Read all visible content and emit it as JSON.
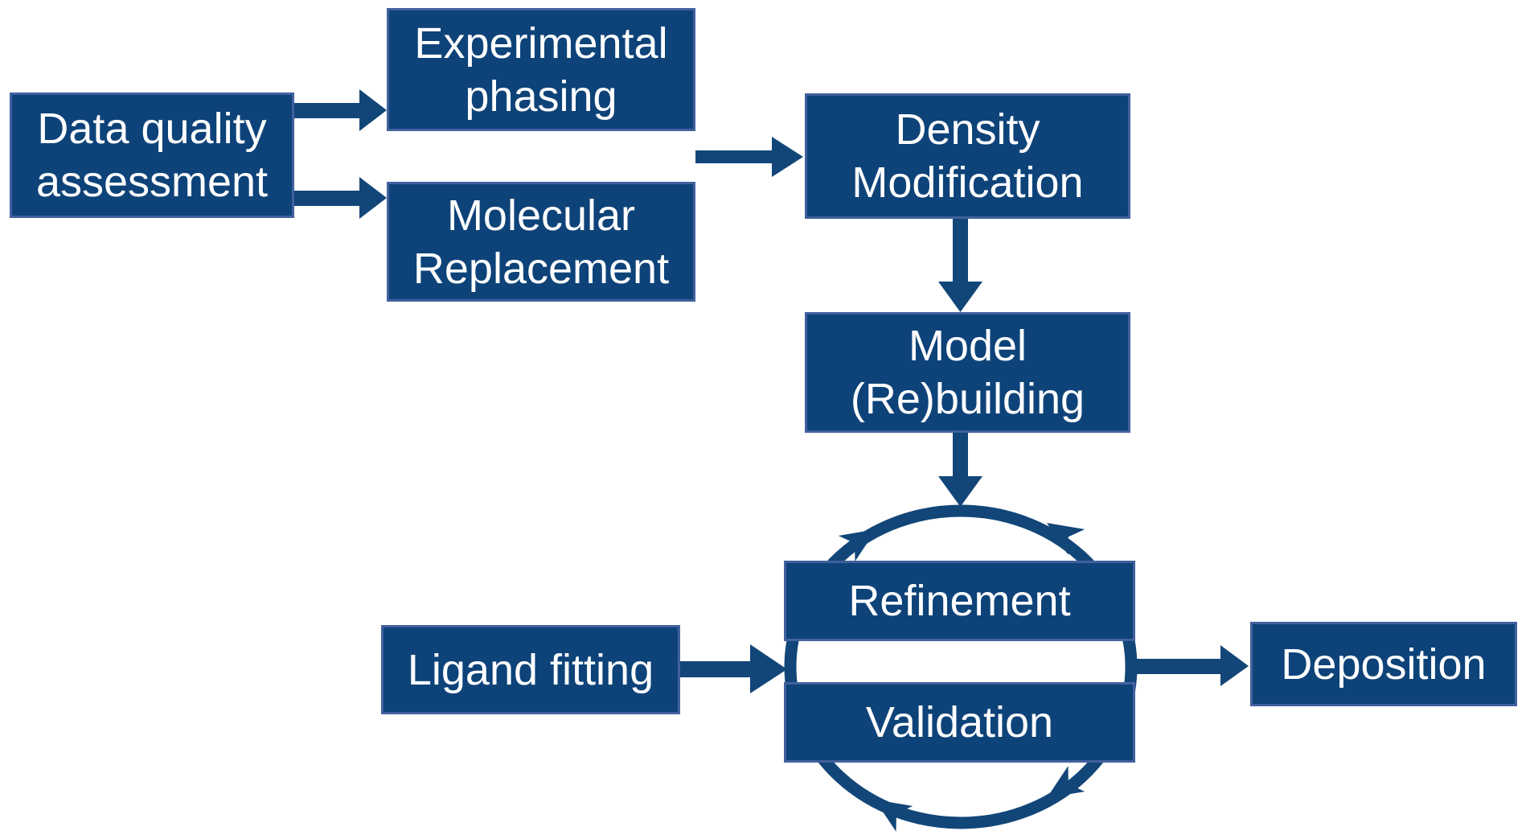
{
  "diagram": {
    "type": "flowchart",
    "colors": {
      "box_fill": "#0e4379",
      "box_border": "#41619e",
      "arrow": "#124678",
      "ring": "#124678",
      "text": "#ffffff",
      "background": "#ffffff"
    },
    "nodes": {
      "data_quality": {
        "label": "Data quality assessment",
        "lines": [
          "Data quality",
          "assessment"
        ]
      },
      "experimental_phasing": {
        "label": "Experimental phasing",
        "lines": [
          "Experimental",
          "phasing"
        ]
      },
      "molecular_replacement": {
        "label": "Molecular Replacement",
        "lines": [
          "Molecular",
          "Replacement"
        ]
      },
      "density_modification": {
        "label": "Density Modification",
        "lines": [
          "Density",
          "Modification"
        ]
      },
      "model_rebuilding": {
        "label": "Model (Re)building",
        "lines": [
          "Model",
          "(Re)building"
        ]
      },
      "refinement": {
        "label": "Refinement",
        "lines": [
          "Refinement"
        ]
      },
      "validation": {
        "label": "Validation",
        "lines": [
          "Validation"
        ]
      },
      "ligand_fitting": {
        "label": "Ligand fitting",
        "lines": [
          "Ligand fitting"
        ]
      },
      "deposition": {
        "label": "Deposition",
        "lines": [
          "Deposition"
        ]
      }
    },
    "edges": [
      {
        "from": "data_quality",
        "to": "experimental_phasing"
      },
      {
        "from": "data_quality",
        "to": "molecular_replacement"
      },
      {
        "from": "experimental_phasing / molecular_replacement",
        "to": "density_modification"
      },
      {
        "from": "density_modification",
        "to": "model_rebuilding"
      },
      {
        "from": "model_rebuilding",
        "to": "refinement_validation_cycle"
      },
      {
        "from": "ligand_fitting",
        "to": "refinement_validation_cycle"
      },
      {
        "from": "refinement_validation_cycle",
        "to": "deposition"
      }
    ],
    "cycle": {
      "members": [
        "refinement",
        "validation"
      ],
      "style": "circular ring with four swept arrowheads"
    }
  }
}
